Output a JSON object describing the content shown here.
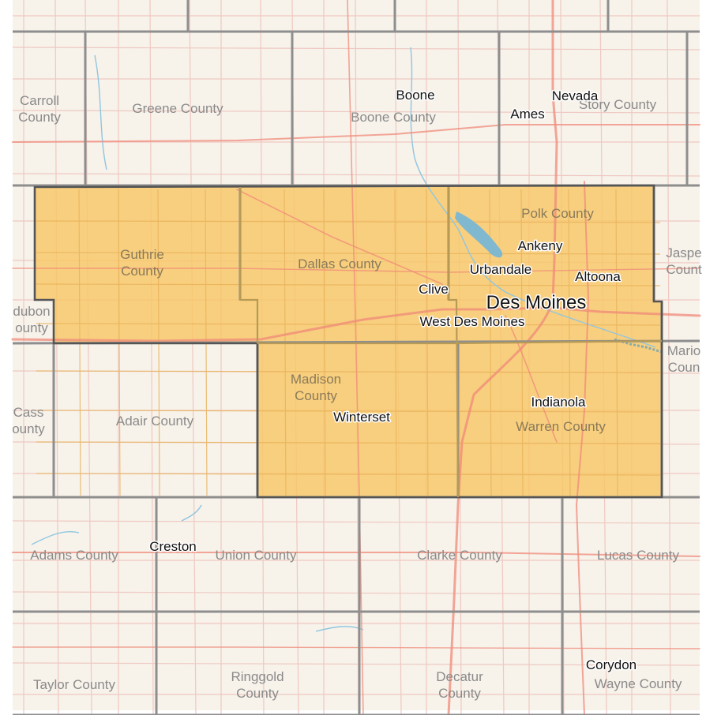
{
  "colors": {
    "background": "#f7f2ea",
    "region_fill": "#f8c766",
    "region_outline": "#555555",
    "county_boundary": "#8e8e8e",
    "township_line": "#eec9c2",
    "highway": "#f08a7a",
    "river": "#8fc6e0",
    "lake": "#7fb8cf"
  },
  "map": {
    "highlighted_region": "Greater Des Moines area",
    "counties": [
      {
        "id": "carroll",
        "label": "Carroll\nCounty",
        "lines": [
          "Carroll",
          "County"
        ]
      },
      {
        "id": "greene",
        "label": "Greene County",
        "lines": [
          "Greene County"
        ]
      },
      {
        "id": "boone",
        "label": "Boone County",
        "lines": [
          "Boone County"
        ]
      },
      {
        "id": "story",
        "label": "Story County",
        "lines": [
          "Story County"
        ]
      },
      {
        "id": "guthrie",
        "label": "Guthrie County",
        "lines": [
          "Guthrie",
          "County"
        ],
        "highlighted": true
      },
      {
        "id": "dallas",
        "label": "Dallas County",
        "lines": [
          "Dallas County"
        ],
        "highlighted": true
      },
      {
        "id": "polk",
        "label": "Polk County",
        "lines": [
          "Polk County"
        ],
        "highlighted": true
      },
      {
        "id": "jasper",
        "label": "Jasper County",
        "lines": [
          "Jaspe",
          "Count"
        ]
      },
      {
        "id": "audubon",
        "label": "Audubon County",
        "lines": [
          "dubon",
          "ounty"
        ]
      },
      {
        "id": "marion",
        "label": "Marion County",
        "lines": [
          "Mario",
          "Coun"
        ]
      },
      {
        "id": "cass",
        "label": "Cass County",
        "lines": [
          "Cass",
          "ounty"
        ]
      },
      {
        "id": "adair",
        "label": "Adair County",
        "lines": [
          "Adair County"
        ]
      },
      {
        "id": "madison",
        "label": "Madison County",
        "lines": [
          "Madison",
          "County"
        ],
        "highlighted": true
      },
      {
        "id": "warren",
        "label": "Warren County",
        "lines": [
          "Warren County"
        ],
        "highlighted": true
      },
      {
        "id": "adams",
        "label": "Adams County",
        "lines": [
          "Adams County"
        ]
      },
      {
        "id": "union",
        "label": "Union County",
        "lines": [
          "Union County"
        ]
      },
      {
        "id": "clarke",
        "label": "Clarke County",
        "lines": [
          "Clarke County"
        ]
      },
      {
        "id": "lucas",
        "label": "Lucas County",
        "lines": [
          "Lucas County"
        ]
      },
      {
        "id": "taylor",
        "label": "Taylor County",
        "lines": [
          "Taylor County"
        ]
      },
      {
        "id": "ringgold",
        "label": "Ringgold County",
        "lines": [
          "Ringgold",
          "County"
        ]
      },
      {
        "id": "decatur",
        "label": "Decatur County",
        "lines": [
          "Decatur",
          "County"
        ]
      },
      {
        "id": "wayne",
        "label": "Wayne County",
        "lines": [
          "Wayne County"
        ]
      }
    ],
    "cities": [
      {
        "id": "boone",
        "name": "Boone"
      },
      {
        "id": "nevada",
        "name": "Nevada"
      },
      {
        "id": "ames",
        "name": "Ames"
      },
      {
        "id": "ankeny",
        "name": "Ankeny"
      },
      {
        "id": "urbandale",
        "name": "Urbandale"
      },
      {
        "id": "altoona",
        "name": "Altoona"
      },
      {
        "id": "clive",
        "name": "Clive"
      },
      {
        "id": "des-moines",
        "name": "Des Moines",
        "major": true
      },
      {
        "id": "west-des-moines",
        "name": "West Des Moines"
      },
      {
        "id": "winterset",
        "name": "Winterset"
      },
      {
        "id": "indianola",
        "name": "Indianola"
      },
      {
        "id": "creston",
        "name": "Creston"
      },
      {
        "id": "corydon",
        "name": "Corydon"
      }
    ]
  }
}
